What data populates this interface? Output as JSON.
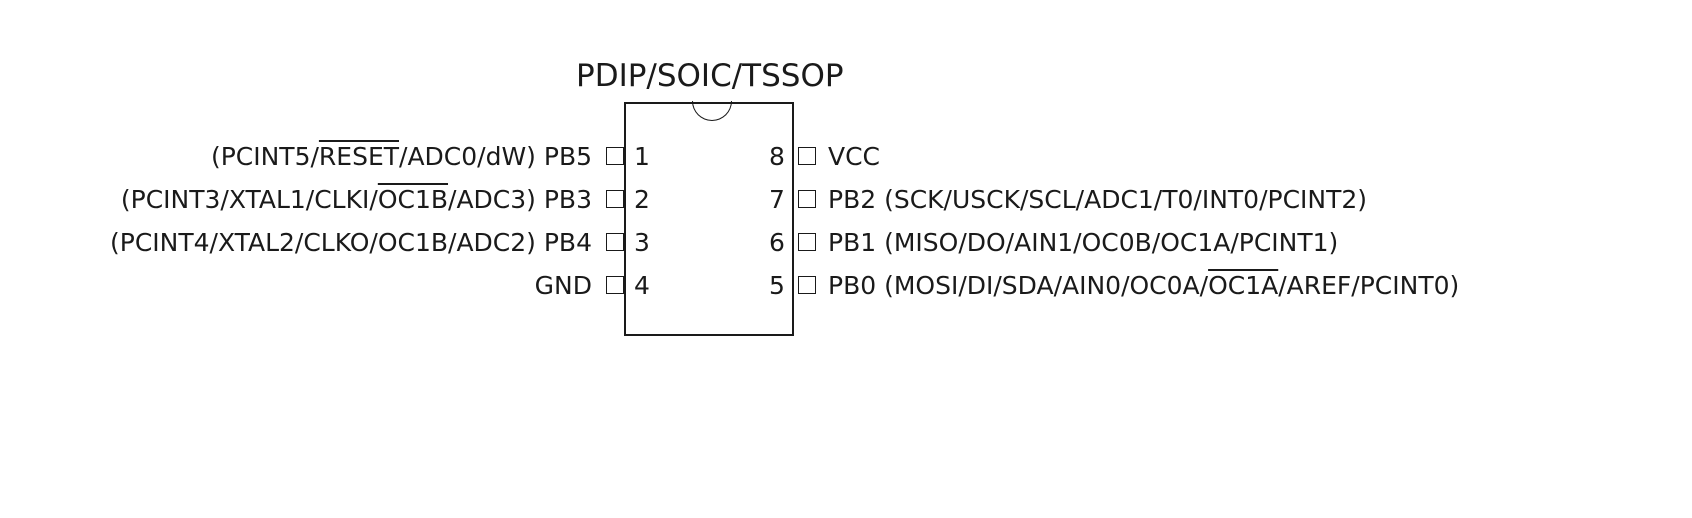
{
  "title": "PDIP/SOIC/TSSOP",
  "pins": [
    {
      "number": "1",
      "side": "left",
      "label": {
        "pre": "(PCINT5/",
        "over": "RESET",
        "post": "/ADC0/dW) PB5"
      }
    },
    {
      "number": "2",
      "side": "left",
      "label": {
        "pre": "(PCINT3/XTAL1/CLKI/",
        "over": "OC1B",
        "post": "/ADC3) PB3"
      }
    },
    {
      "number": "3",
      "side": "left",
      "label": {
        "pre": "(PCINT4/XTAL2/CLKO/OC1B/ADC2) PB4",
        "over": "",
        "post": ""
      }
    },
    {
      "number": "4",
      "side": "left",
      "label": {
        "pre": "GND",
        "over": "",
        "post": ""
      }
    },
    {
      "number": "8",
      "side": "right",
      "label": {
        "pre": "VCC",
        "over": "",
        "post": ""
      }
    },
    {
      "number": "7",
      "side": "right",
      "label": {
        "pre": "PB2 (SCK/USCK/SCL/ADC1/T0/INT0/PCINT2)",
        "over": "",
        "post": ""
      }
    },
    {
      "number": "6",
      "side": "right",
      "label": {
        "pre": "PB1 (MISO/DO/AIN1/OC0B/OC1A/PCINT1)",
        "over": "",
        "post": ""
      }
    },
    {
      "number": "5",
      "side": "right",
      "label": {
        "pre": "PB0 (MOSI/DI/SDA/AIN0/OC0A/",
        "over": "OC1A",
        "post": "/AREF/PCINT0)"
      }
    }
  ]
}
